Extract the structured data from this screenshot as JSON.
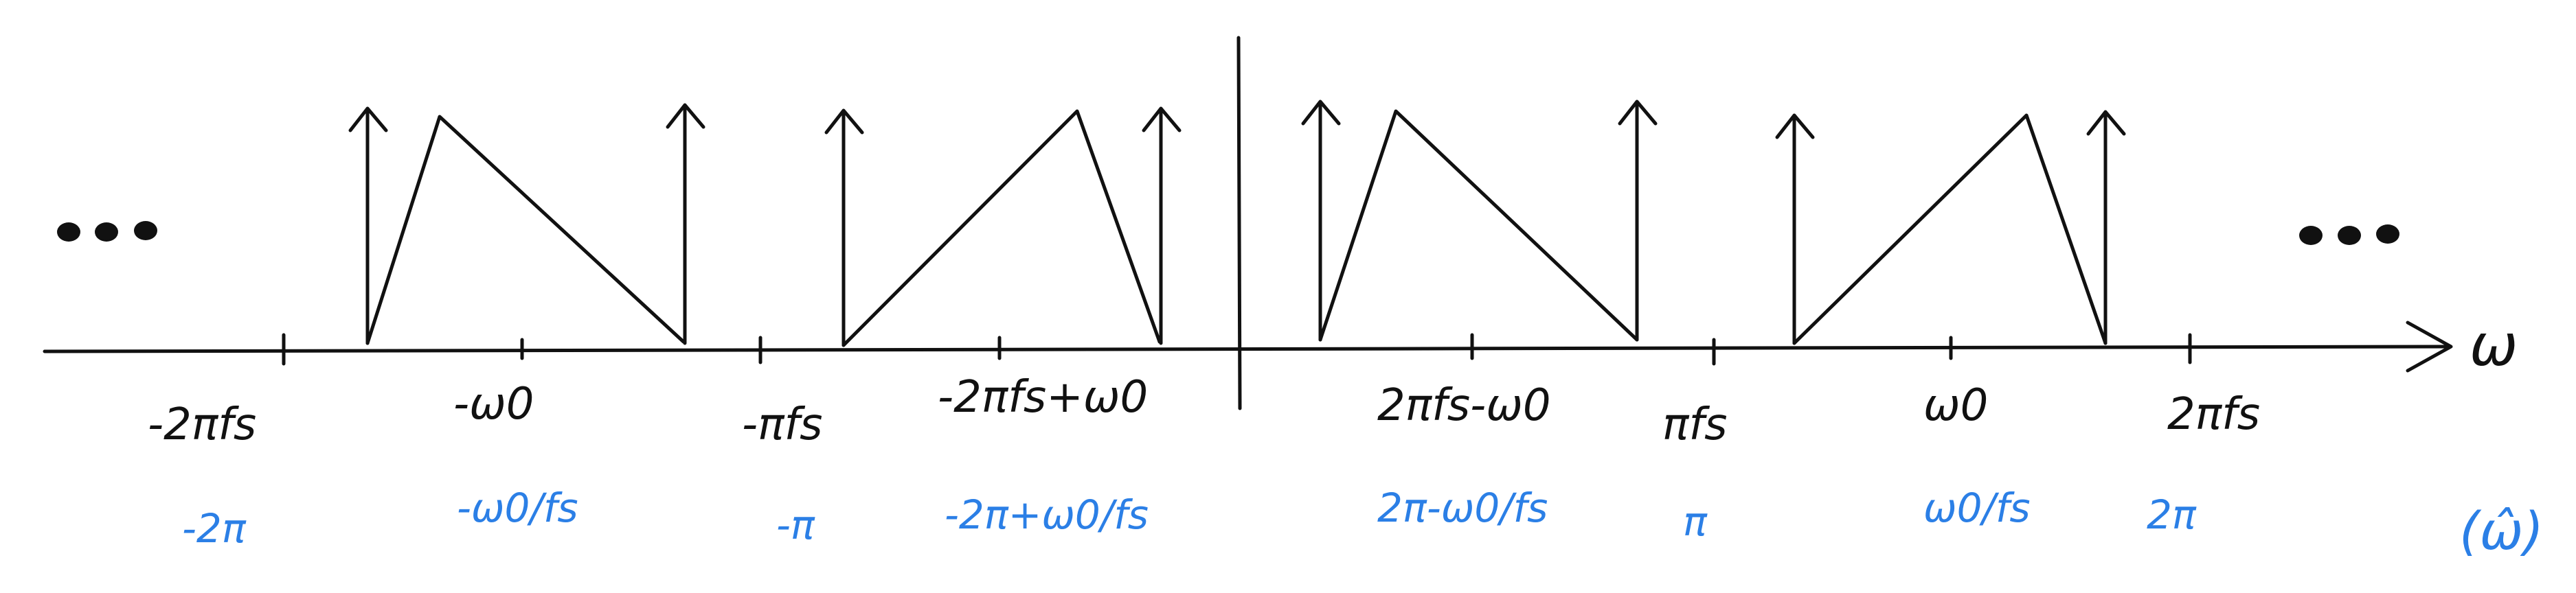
{
  "colors": {
    "ink": "#111111",
    "blue": "#2b7fe6",
    "background": "#ffffff"
  },
  "axis": {
    "label": "ω",
    "ellipsis_left": "•••",
    "ellipsis_right": "•••"
  },
  "ticks": [
    {
      "id": "neg-2pi-fs",
      "label": "-2πfs",
      "normalized": "-2π"
    },
    {
      "id": "neg-w0",
      "label": "-ω0",
      "normalized": "-ω0/fs"
    },
    {
      "id": "neg-pi-fs",
      "label": "-πfs",
      "normalized": "-π"
    },
    {
      "id": "neg-2pi-fs-plus-w0",
      "label": "-2πfs+ω0",
      "normalized": "-2π+ω0/fs"
    },
    {
      "id": "2pi-fs-minus-w0",
      "label": "2πfs-ω0",
      "normalized": "2π-ω0/fs"
    },
    {
      "id": "pi-fs",
      "label": "πfs",
      "normalized": "π"
    },
    {
      "id": "w0",
      "label": "ω0",
      "normalized": "ω0/fs"
    },
    {
      "id": "2pi-fs",
      "label": "2πfs",
      "normalized": "2π"
    }
  ],
  "normalized_axis_label": "(ω̂)"
}
